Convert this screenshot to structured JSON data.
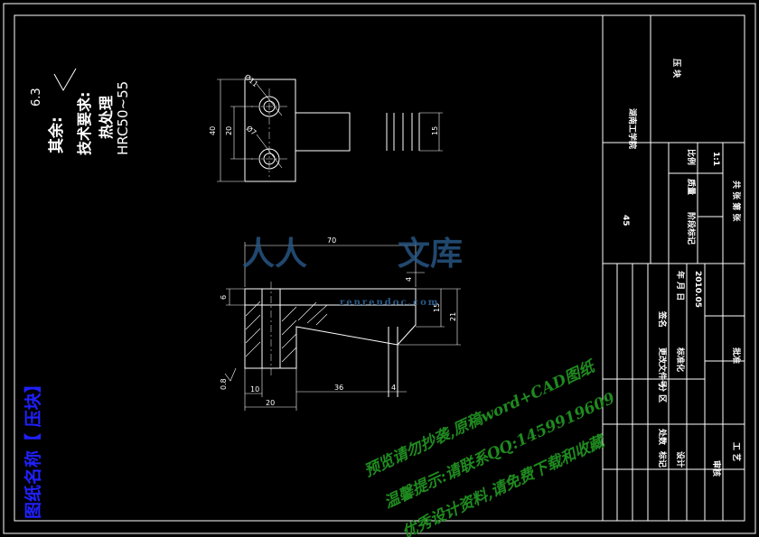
{
  "notes": {
    "surface_rest": "其余:",
    "roughness": "6.3",
    "tech_title": "技术要求:",
    "tech_line1": "热处理",
    "tech_line2": "HRC50~55"
  },
  "drawing_name": "图纸名称【 压块】",
  "top_view": {
    "dims": {
      "height_outer": "40",
      "height_inner": "20",
      "shank": "15",
      "hole1": "Ø11",
      "hole2": "Ø7"
    }
  },
  "front_view": {
    "dims": {
      "length": "70",
      "step": "4",
      "thick": "6",
      "h15": "15",
      "h21": "21",
      "w10": "10",
      "w20": "20",
      "w36": "36",
      "w4": "4",
      "rough_small": "0.8"
    }
  },
  "title_block": {
    "school": "湖南工学院",
    "part_name": "压 块",
    "material": "45",
    "scale_label": "比例",
    "scale_value": "1:1",
    "weight_label": "质量",
    "stage_label": "阶段标记",
    "sheets": "共 张 第 张",
    "date_label": "年 月 日",
    "year": "2010.05",
    "sign_label": "签名",
    "mark_label": "标记",
    "count_label": "处数",
    "zone_label": "分 区",
    "change_doc": "更改文件号",
    "designer": "设计",
    "standardize": "标准化",
    "check": "审核",
    "process": "工 艺",
    "approve": "批准"
  },
  "watermark": {
    "brand1": "人人",
    "brand2": "文库",
    "site": "renrendoc.com",
    "line1": "预览请勿抄袭,原稿word+CAD图纸",
    "line2": "温馨提示:请联系QQ:1459919609",
    "line3": "优秀设计资料,请免费下载和收藏"
  },
  "colors": {
    "line": "#ffffff",
    "blue_label": "#2020ff",
    "watermark_green": "#1f8a1f",
    "watermark_blue": "#2a5a8a"
  }
}
